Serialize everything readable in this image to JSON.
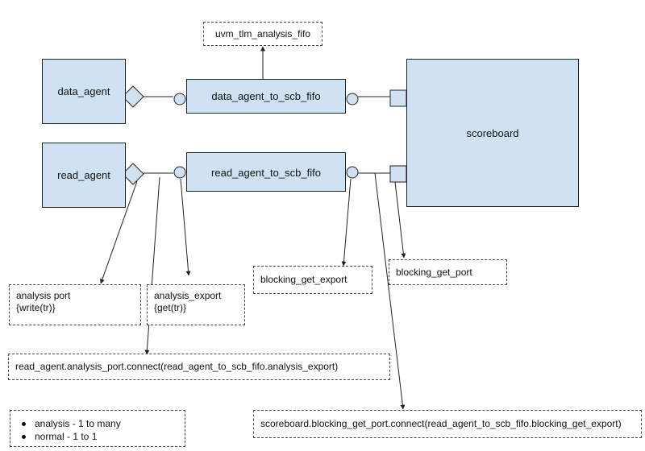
{
  "fifo_label": "uvm_tlm_analysis_fifo",
  "components": {
    "data_agent": "data_agent",
    "read_agent": "read_agent",
    "data_fifo": "data_agent_to_scb_fifo",
    "read_fifo": "read_agent_to_scb_fifo",
    "scoreboard": "scoreboard"
  },
  "notes": {
    "analysis_port": [
      "analysis port",
      "{write(tr)}"
    ],
    "analysis_export": [
      "analysis_export",
      "{get(tr)}"
    ],
    "blocking_get_export": "blocking_get_export",
    "blocking_get_port": "blocking_get_port",
    "analysis_connect": "read_agent.analysis_port.connect(read_agent_to_scb_fifo.analysis_export)",
    "scoreboard_connect": "scoreboard.blocking_get_port.connect(read_agent_to_scb_fifo.blocking_get_export)"
  },
  "legend": [
    "analysis - 1 to many",
    "normal - 1 to 1"
  ],
  "colors": {
    "box_fill": "#cfe2f3",
    "stroke": "#222222"
  }
}
